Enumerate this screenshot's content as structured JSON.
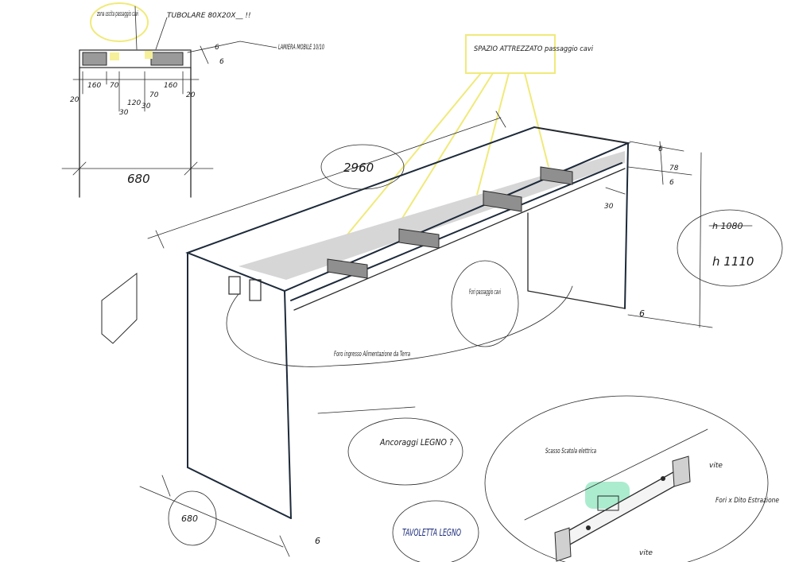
{
  "detail_section": {
    "callout_cable_zone": "zona uscita passaggio cavi",
    "callout_tubular": "TUBOLARE 80X20X__ !!",
    "callout_sheet": "LAMIERA MOBILE 10/10",
    "dim_6a": "6",
    "dim_6b": "6",
    "dim_160a": "160",
    "dim_70a": "70",
    "dim_20a": "20",
    "dim_30a": "30",
    "dim_120": "120",
    "dim_30b": "30",
    "dim_70b": "70",
    "dim_20b": "20",
    "dim_160b": "160",
    "dim_total_width": "680"
  },
  "main_view": {
    "callout_space": "SPAZIO ATTREZZATO passaggio cavi",
    "dim_length": "2960",
    "dim_6_top": "6",
    "dim_78": "78",
    "dim_6_mid": "6",
    "dim_30": "30",
    "dim_height_crossed": "h 1080",
    "dim_height": "h 1110",
    "dim_6_leg": "6",
    "note_cable_holes": "Fori passaggio cavi",
    "note_power_inlet": "Foro ingresso Alimentazione da Terra",
    "note_depth": "680",
    "dim_6_foot": "6",
    "question_anchors": "Ancoraggi LEGNO ?",
    "note_board": "TAVOLETTA LEGNO"
  },
  "detail_bracket": {
    "note_box": "Scasso Scatola elettrica",
    "note_screw_top": "vite",
    "note_holes": "Fori x Dito Estrazione",
    "note_screw_bottom": "vite"
  },
  "colors": {
    "ink": "#2a2a2a",
    "highlight_yellow": "#f0ea7a",
    "highlight_green": "#7fe0b0",
    "shade_grey": "#c8c8c8",
    "pen_blue": "#1a2a7a"
  }
}
